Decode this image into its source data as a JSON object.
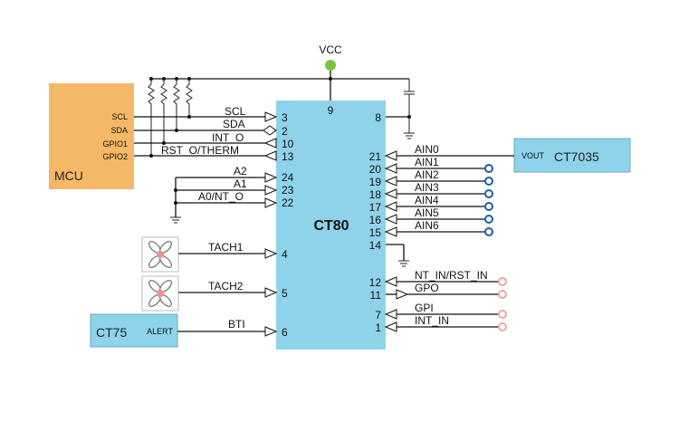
{
  "supply": {
    "vcc_label": "VCC",
    "vcc_color": "#7dc242"
  },
  "colors": {
    "mcu_fill": "#f5b866",
    "chip_fill": "#8ed3ea",
    "open_ring_blue": "#1a5fa8",
    "open_ring_pink": "#f4a6a6",
    "fan_hub": "#f49090"
  },
  "mcu": {
    "title": "MCU",
    "pins": [
      "SCL",
      "SDA",
      "GPIO1",
      "GPIO2"
    ]
  },
  "chip": {
    "name": "CT80",
    "left_pins": [
      {
        "num": "3",
        "signal": "SCL"
      },
      {
        "num": "2",
        "signal": "SDA"
      },
      {
        "num": "10",
        "signal": "INT_O"
      },
      {
        "num": "13",
        "signal": "RST_O/THERM"
      },
      {
        "num": "24",
        "signal": "A2"
      },
      {
        "num": "23",
        "signal": "A1"
      },
      {
        "num": "22",
        "signal": "A0/NT_O"
      },
      {
        "num": "4",
        "signal": "TACH1"
      },
      {
        "num": "5",
        "signal": "TACH2"
      },
      {
        "num": "6",
        "signal": "BTI"
      }
    ],
    "top_pin": "9",
    "right_pins": [
      {
        "num": "8",
        "signal": ""
      },
      {
        "num": "21",
        "signal": "AIN0"
      },
      {
        "num": "20",
        "signal": "AIN1"
      },
      {
        "num": "19",
        "signal": "AIN2"
      },
      {
        "num": "18",
        "signal": "AIN3"
      },
      {
        "num": "17",
        "signal": "AIN4"
      },
      {
        "num": "16",
        "signal": "AIN5"
      },
      {
        "num": "15",
        "signal": "AIN6"
      },
      {
        "num": "14",
        "signal": ""
      },
      {
        "num": "12",
        "signal": "NT_IN/RST_IN"
      },
      {
        "num": "11",
        "signal": "GPO"
      },
      {
        "num": "7",
        "signal": "GPI"
      },
      {
        "num": "1",
        "signal": "INT_IN"
      }
    ]
  },
  "ct7035": {
    "title": "CT7035",
    "pin": "VOUT"
  },
  "ct75": {
    "title": "CT75",
    "pin": "ALERT"
  },
  "fans": [
    "fan-1",
    "fan-2"
  ]
}
